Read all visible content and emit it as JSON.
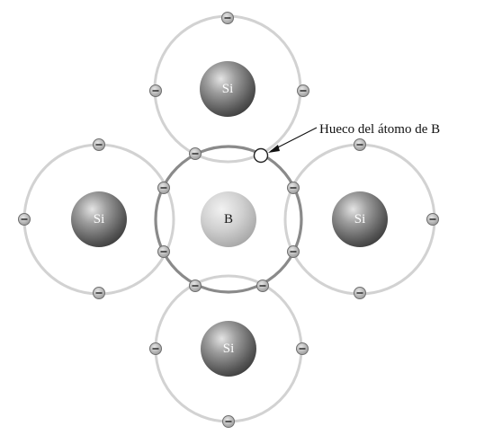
{
  "labels": {
    "silicon": "Si",
    "boron": "B",
    "hole_annotation": "Hueco del átomo de B"
  },
  "electron_symbol": "−",
  "colors": {
    "si_orbit": "#d2d2d2",
    "b_orbit": "#8a8a8a",
    "electron_fill": "#b9b9b9",
    "electron_stroke": "#6f6f6f",
    "hole_fill": "#ffffff",
    "text": "#111111"
  }
}
